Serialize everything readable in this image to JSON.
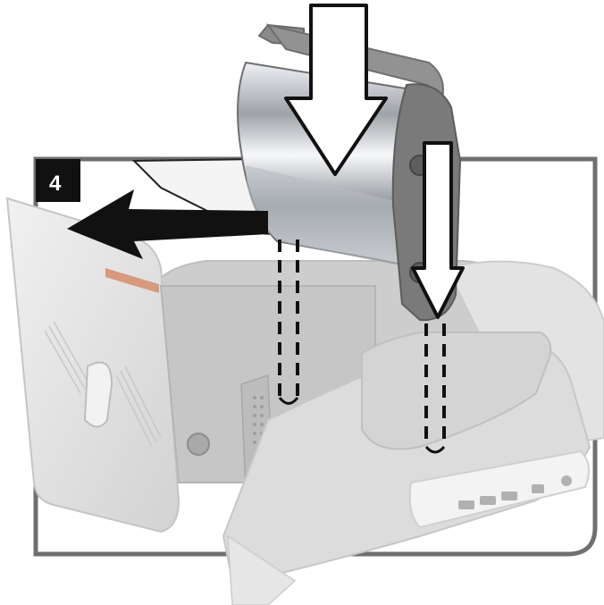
{
  "step": {
    "number": "4"
  },
  "colors": {
    "frame": "#6f6f6f",
    "badge": "#111111",
    "arrow_fill": "#ffffff",
    "arrow_stroke": "#111111",
    "machine_light": "#e6e6e6",
    "machine_mid": "#cfcfcf",
    "machine_dark": "#b9b9b9",
    "film_orange": "#d89a7f",
    "roller_silver": "#d8dadf",
    "cartridge_grey": "#7a7a7a"
  },
  "icons": {
    "step_badge": "number-badge",
    "insert_down_arrow": "down-arrow-outline",
    "align_down_arrow": "down-arrow-outline",
    "pull_film_arrow": "left-arrow-solid",
    "left_guide_path": "dashed-guide-line",
    "right_guide_path": "dashed-guide-line"
  }
}
